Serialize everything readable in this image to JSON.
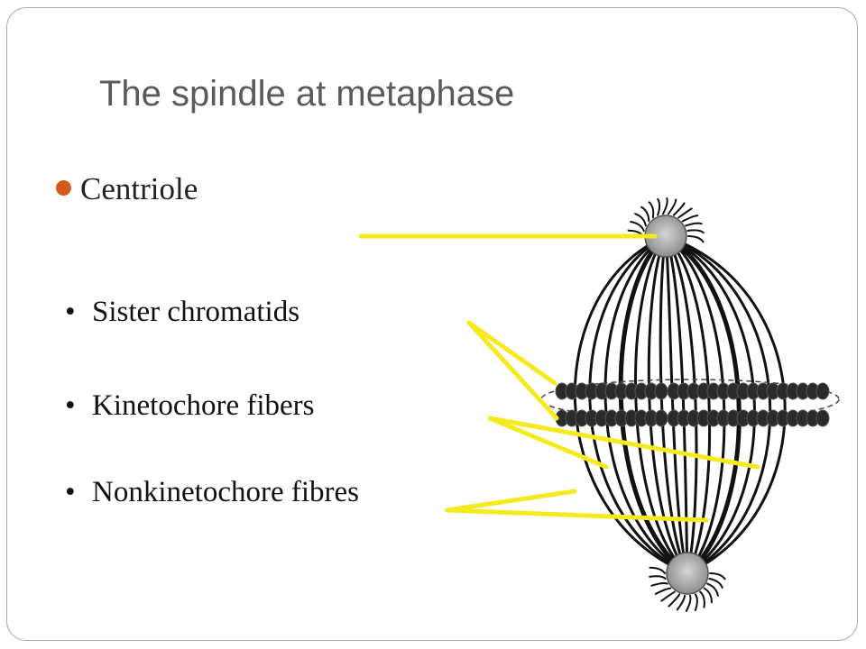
{
  "slide": {
    "title": "The spindle at metaphase",
    "main_bullet": "Centriole",
    "sub_bullets": [
      "Sister chromatids",
      "Kinetochore fibers",
      "Nonkinetochore fibres"
    ],
    "bullet_color": "#d35a1a",
    "pointer_color": "#f5ea1e"
  },
  "diagram": {
    "subject": "mitotic spindle at metaphase",
    "parts": [
      "centriole",
      "sister chromatids",
      "kinetochore fibers",
      "nonkinetochore fibres"
    ]
  }
}
